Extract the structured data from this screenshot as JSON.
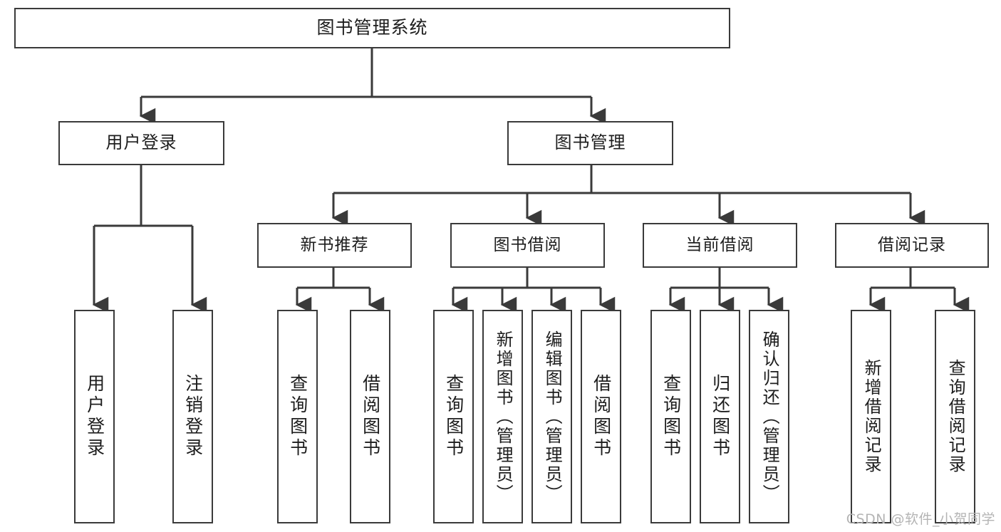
{
  "diagram": {
    "type": "tree-hierarchy-chart",
    "title": "图书管理系统",
    "root": {
      "id": "root",
      "label": "图书管理系统"
    },
    "level2": [
      {
        "id": "user-login",
        "label": "用户登录"
      },
      {
        "id": "book-management",
        "label": "图书管理"
      }
    ],
    "level3": [
      {
        "id": "new-book-recommend",
        "label": "新书推荐",
        "parent": "book-management"
      },
      {
        "id": "book-borrow",
        "label": "图书借阅",
        "parent": "book-management"
      },
      {
        "id": "current-borrow",
        "label": "当前借阅",
        "parent": "book-management"
      },
      {
        "id": "borrow-record",
        "label": "借阅记录",
        "parent": "book-management"
      }
    ],
    "leaves": [
      {
        "id": "leaf-user-login",
        "label": "用户登录",
        "parent": "user-login"
      },
      {
        "id": "leaf-user-logout",
        "label": "注销登录",
        "parent": "user-login"
      },
      {
        "id": "leaf-query-book-1",
        "label": "查询图书",
        "parent": "new-book-recommend"
      },
      {
        "id": "leaf-borrow-book-1",
        "label": "借阅图书",
        "parent": "new-book-recommend"
      },
      {
        "id": "leaf-query-book-2",
        "label": "查询图书",
        "parent": "book-borrow"
      },
      {
        "id": "leaf-add-book",
        "label": "新增图书（管理员）",
        "parent": "book-borrow"
      },
      {
        "id": "leaf-edit-book",
        "label": "编辑图书（管理员）",
        "parent": "book-borrow"
      },
      {
        "id": "leaf-borrow-book-2",
        "label": "借阅图书",
        "parent": "book-borrow"
      },
      {
        "id": "leaf-query-book-3",
        "label": "查询图书",
        "parent": "current-borrow"
      },
      {
        "id": "leaf-return-book",
        "label": "归还图书",
        "parent": "current-borrow"
      },
      {
        "id": "leaf-confirm-return",
        "label": "确认归还（管理员）",
        "parent": "current-borrow"
      },
      {
        "id": "leaf-add-borrow-record",
        "label": "新增借阅记录",
        "parent": "borrow-record"
      },
      {
        "id": "leaf-query-borrow-record",
        "label": "查询借阅记录",
        "parent": "borrow-record"
      }
    ],
    "colors": {
      "box_border": "#3a3a3a",
      "box_fill": "#ffffff",
      "connector": "#3a3a3a",
      "text": "#1d1d1d",
      "watermark": "#b4b4b4",
      "background": "#ffffff"
    }
  },
  "watermark": {
    "text": "CSDN @软件_小贺同学"
  }
}
